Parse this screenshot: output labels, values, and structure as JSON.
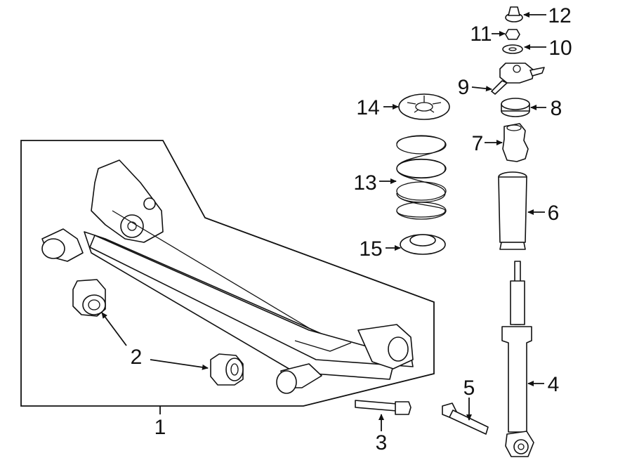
{
  "diagram": {
    "callouts": [
      {
        "id": "1",
        "label": "1"
      },
      {
        "id": "2",
        "label": "2"
      },
      {
        "id": "3",
        "label": "3"
      },
      {
        "id": "4",
        "label": "4"
      },
      {
        "id": "5",
        "label": "5"
      },
      {
        "id": "6",
        "label": "6"
      },
      {
        "id": "7",
        "label": "7"
      },
      {
        "id": "8",
        "label": "8"
      },
      {
        "id": "9",
        "label": "9"
      },
      {
        "id": "10",
        "label": "10"
      },
      {
        "id": "11",
        "label": "11"
      },
      {
        "id": "12",
        "label": "12"
      },
      {
        "id": "13",
        "label": "13"
      },
      {
        "id": "14",
        "label": "14"
      },
      {
        "id": "15",
        "label": "15"
      }
    ],
    "colors": {
      "line": "#111111",
      "background": "#ffffff"
    }
  }
}
